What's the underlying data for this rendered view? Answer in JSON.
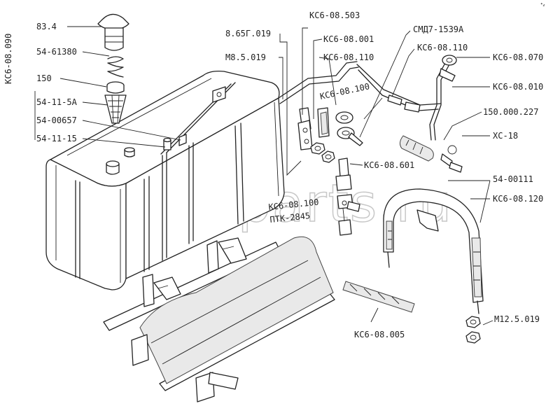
{
  "watermark": "ansat-parts.ru",
  "corner_mark": "ᐩ⸗",
  "labels": {
    "l_834": "83.4",
    "l_54_61380": "54-61380",
    "l_150": "150",
    "l_54_11_5a": "54-11-5А",
    "l_54_00657": "54-00657",
    "l_54_11_15": "54-11-15",
    "l_kc6_08_090": "КС6-08.090",
    "l_865g019": "8.65Г.019",
    "l_m85019": "М8.5.019",
    "l_kc6_08_503": "КС6-08.503",
    "l_kc6_08_001": "КС6-08.001",
    "l_kc6_08_110a": "КС6-08.110",
    "l_kc6_08_100": "КС6-08.100",
    "l_smd7": "СМД7-1539А",
    "l_kc6_08_110b": "КС6-08.110",
    "l_kc6_08_070": "КС6-08.070",
    "l_kc6_08_010": "КС6-08.010",
    "l_150000227": "150.000.227",
    "l_xc18": "ХС-18",
    "l_kc6_08_601": "КС6-08.601",
    "l_kc6_08_100b": "КС6-08.100",
    "l_ptk2845": "ПТК-2845",
    "l_54_00111": "54-00111",
    "l_kc6_08_120": "КС6-08.120",
    "l_kc6_08_005": "КС6-08.005",
    "l_m125019": "М12.5.019"
  }
}
